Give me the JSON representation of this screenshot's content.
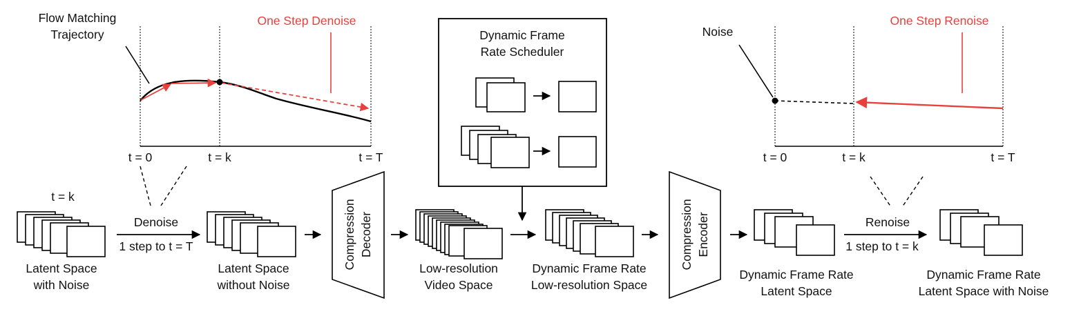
{
  "colors": {
    "accent": "#e8413c",
    "ink": "#000000"
  },
  "left_plot": {
    "trajectory_label_1": "Flow Matching",
    "trajectory_label_2": "Trajectory",
    "step_label": "One Step Denoise",
    "t0": "t = 0",
    "tk": "t = k",
    "tT": "t = T"
  },
  "right_plot": {
    "noise_label": "Noise",
    "step_label": "One Step Renoise",
    "t0": "t = 0",
    "tk": "t = k",
    "tT": "t = T"
  },
  "scheduler": {
    "title_1": "Dynamic Frame",
    "title_2": "Rate Scheduler"
  },
  "pipeline": {
    "noisy_latent_t": "t = k",
    "noisy_latent_1": "Latent Space",
    "noisy_latent_2": "with Noise",
    "denoise_top": "Denoise",
    "denoise_bottom": "1 step to t = T",
    "clean_latent_1": "Latent Space",
    "clean_latent_2": "without Noise",
    "decoder_1": "Compression",
    "decoder_2": "Decoder",
    "video_1": "Low-resolution",
    "video_2": "Video Space",
    "dfr_lowres_1": "Dynamic Frame Rate",
    "dfr_lowres_2": "Low-resolution Space",
    "encoder_1": "Compression",
    "encoder_2": "Encoder",
    "dfr_latent_1": "Dynamic Frame Rate",
    "dfr_latent_2": "Latent Space",
    "renoise_top": "Renoise",
    "renoise_bottom": "1 step to t = k",
    "dfr_noisy_1": "Dynamic Frame Rate",
    "dfr_noisy_2": "Latent Space with Noise"
  }
}
